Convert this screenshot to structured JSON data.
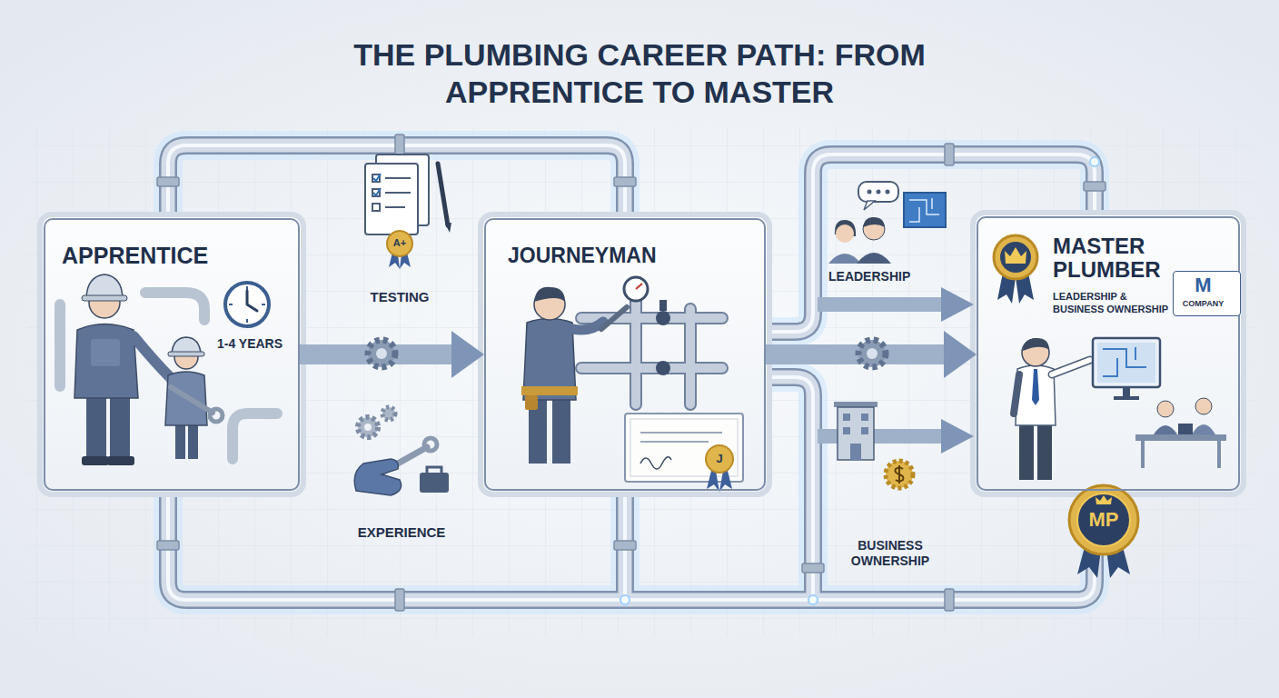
{
  "diagram": {
    "title": "THE PLUMBING CAREER PATH: FROM APPRENTICE TO MASTER",
    "nodes": [
      {
        "text": [
          "APPRENTICE",
          "1-4 YEARS"
        ]
      },
      {
        "text": [
          "JOURNEYMAN"
        ]
      },
      {
        "text": [
          "MASTER PLUMBER",
          "LEADERSHIP & BUSINESS OWNERSHIP"
        ]
      },
      {
        "text": [
          "M",
          "COMPANY"
        ],
        "in": 2
      }
    ],
    "edges": [
      {
        "from": 0,
        "to": 1,
        "arrow": "to"
      },
      {
        "from": 1,
        "to": 2,
        "arrow": "to"
      }
    ],
    "labels": [
      "TESTING",
      "EXPERIENCE",
      "LEADERSHIP",
      "BUSINESS OWNERSHIP",
      "A+",
      "J",
      "MP"
    ]
  }
}
